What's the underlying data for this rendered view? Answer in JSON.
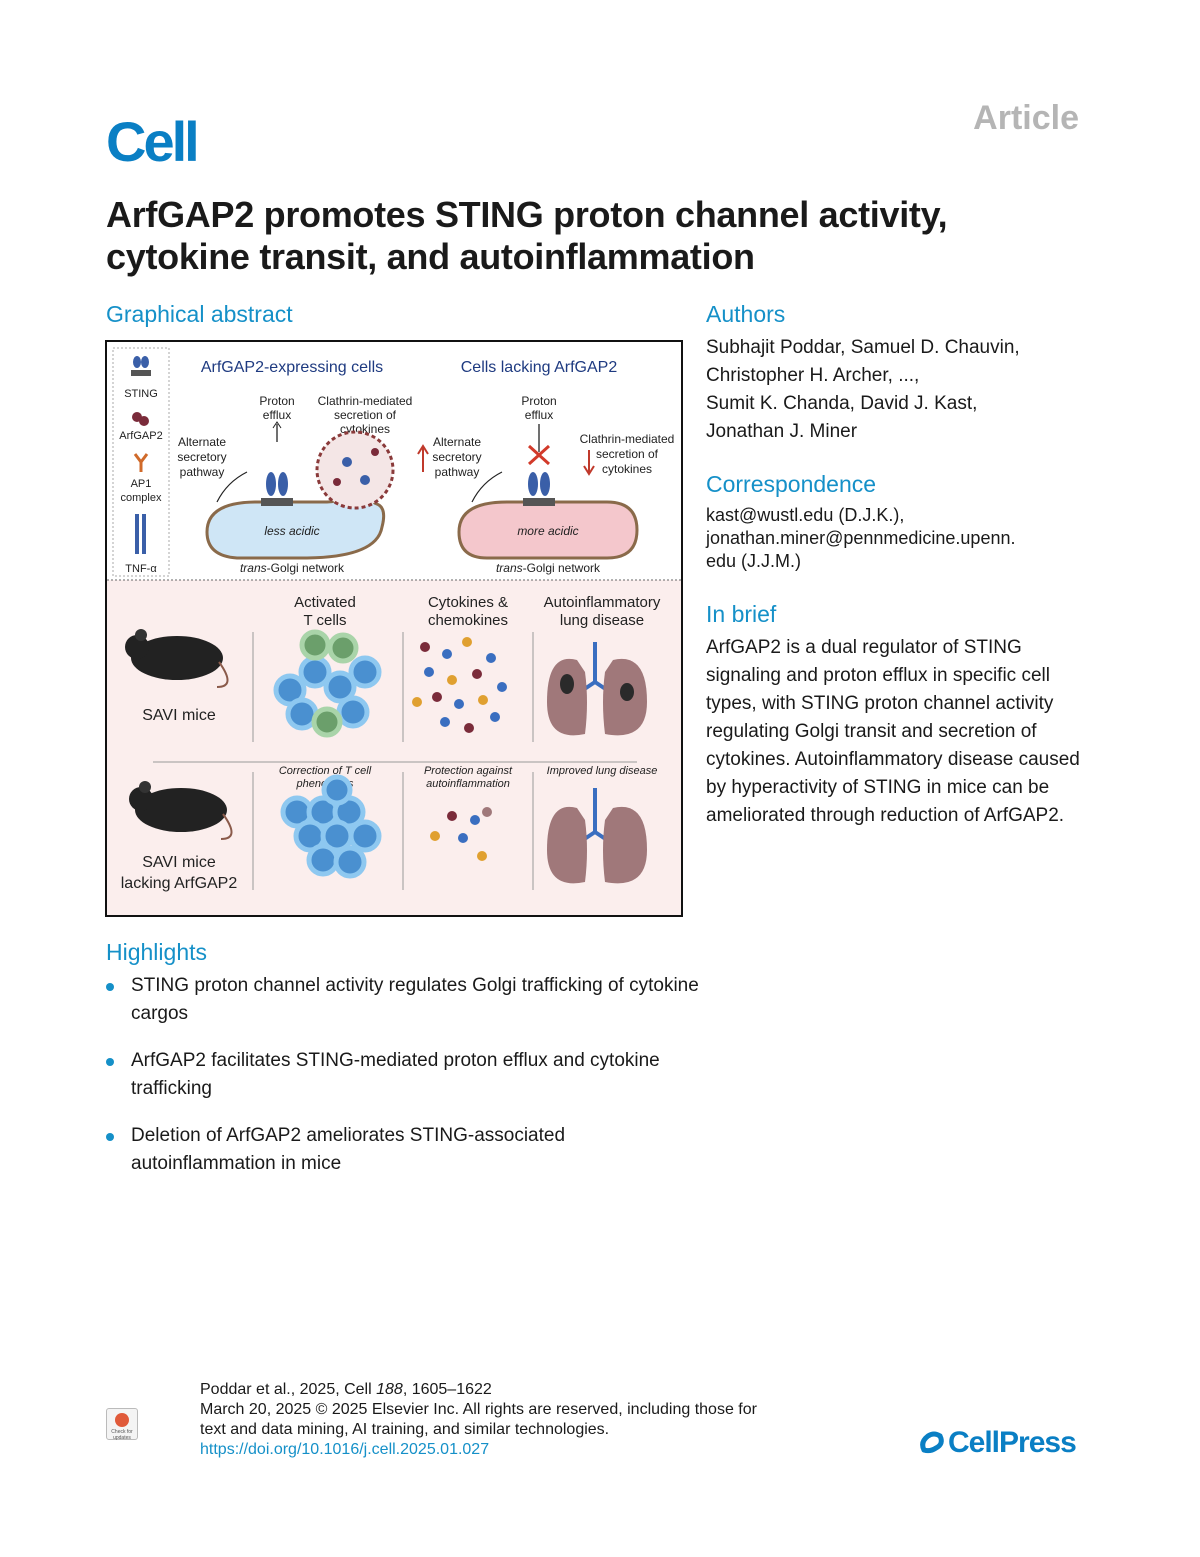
{
  "header": {
    "journal": "Cell",
    "article_type": "Article",
    "title": "ArfGAP2 promotes STING proton channel activity, cytokine transit, and autoinflammation"
  },
  "graphical_abstract": {
    "heading": "Graphical abstract",
    "legend": [
      "STING",
      "ArfGAP2",
      "AP1 complex",
      "TNF-α"
    ],
    "left_panel": {
      "title": "ArfGAP2-expressing cells",
      "proton": "Proton efflux",
      "clathrin": "Clathrin-mediated secretion of cytokines",
      "alternate": "Alternate secretory pathway",
      "acidity": "less acidic",
      "organelle": "trans-Golgi network"
    },
    "right_panel": {
      "title": "Cells lacking ArfGAP2",
      "proton": "Proton efflux",
      "clathrin": "Clathrin-mediated secretion of cytokines",
      "alternate": "Alternate secretory pathway",
      "acidity": "more acidic",
      "organelle": "trans-Golgi network"
    },
    "columns": [
      "Activated T cells",
      "Cytokines & chemokines",
      "Autoinflammatory lung disease"
    ],
    "row1_label": "SAVI mice",
    "row2_label": "SAVI mice lacking ArfGAP2",
    "row2_captions": [
      "Correction of T cell phenotypes",
      "Protection against autoinflammation",
      "Improved lung disease"
    ]
  },
  "authors": {
    "heading": "Authors",
    "lines": [
      "Subhajit Poddar, Samuel D. Chauvin,",
      "Christopher H. Archer, ...,",
      "Sumit K. Chanda, David J. Kast,",
      "Jonathan J. Miner"
    ]
  },
  "correspondence": {
    "heading": "Correspondence",
    "lines": [
      "kast@wustl.edu (D.J.K.),",
      "jonathan.miner@pennmedicine.upenn.",
      "edu (J.J.M.)"
    ]
  },
  "in_brief": {
    "heading": "In brief",
    "text": "ArfGAP2 is a dual regulator of STING signaling and proton efflux in specific cell types, with STING proton channel activity regulating Golgi transit and secretion of cytokines. Autoinflammatory disease caused by hyperactivity of STING in mice can be ameliorated through reduction of ArfGAP2."
  },
  "highlights": {
    "heading": "Highlights",
    "items": [
      "STING proton channel activity regulates Golgi trafficking of cytokine cargos",
      "ArfGAP2 facilitates STING-mediated proton efflux and cytokine trafficking",
      "Deletion of ArfGAP2 ameliorates STING-associated autoinflammation in mice"
    ]
  },
  "footer": {
    "citation_prefix": "Poddar et al., 2025, Cell ",
    "volume": "188",
    "pages": ", 1605–1622",
    "copyright": "March 20, 2025 © 2025 Elsevier Inc. All rights are reserved, including those for",
    "copyright2": "text and data mining, AI training, and similar technologies.",
    "doi": "https://doi.org/10.1016/j.cell.2025.01.027",
    "check_badge": "Check for updates",
    "publisher": "CellPress"
  },
  "colors": {
    "accent": "#1590c8",
    "logo": "#0a7fc4",
    "article_gray": "#b5b5b5"
  }
}
